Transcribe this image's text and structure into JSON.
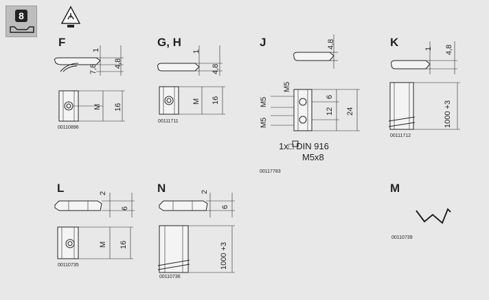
{
  "badge": {
    "number": "8"
  },
  "esd_icon": "esd-warning-icon",
  "parts": {
    "F": {
      "letter": "F",
      "code": "00110896",
      "dims": [
        "1",
        "4,8",
        "7,8",
        "M",
        "16"
      ]
    },
    "GH": {
      "letter": "G, H",
      "code": "00111711",
      "dims": [
        "1",
        "4,8",
        "M",
        "16"
      ]
    },
    "J": {
      "letter": "J",
      "code": "00117783",
      "dims": [
        "4,8",
        "M5",
        "M5",
        "M5",
        "6",
        "12",
        "24"
      ],
      "note_line1": "1x□ DIN 916",
      "note_line2": "M5x8"
    },
    "K": {
      "letter": "K",
      "code": "00111712",
      "dims": [
        "1",
        "4,8",
        "1000 +3"
      ]
    },
    "L": {
      "letter": "L",
      "code": "00110735",
      "dims": [
        "2",
        "6",
        "M",
        "16"
      ]
    },
    "N": {
      "letter": "N",
      "code": "00110736",
      "dims": [
        "2",
        "6",
        "1000 +3"
      ]
    },
    "M": {
      "letter": "M",
      "code": "00110739"
    }
  }
}
